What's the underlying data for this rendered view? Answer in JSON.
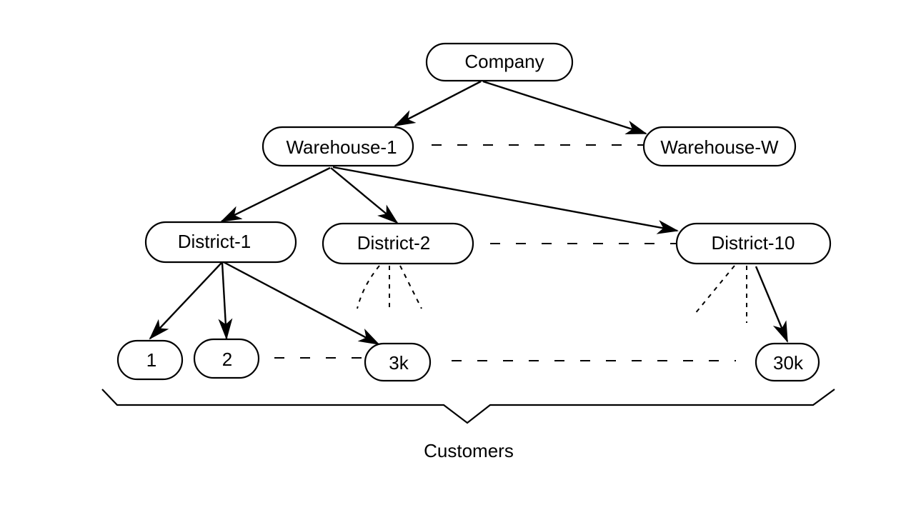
{
  "nodes": {
    "company": "Company",
    "warehouse_1": "Warehouse-1",
    "warehouse_w": "Warehouse-W",
    "district_1": "District-1",
    "district_2": "District-2",
    "district_10": "District-10",
    "customer_1": "1",
    "customer_2": "2",
    "customer_3k": "3k",
    "customer_30k": "30k"
  },
  "caption": "Customers",
  "colors": {
    "stroke": "#000000",
    "background": "#ffffff"
  }
}
